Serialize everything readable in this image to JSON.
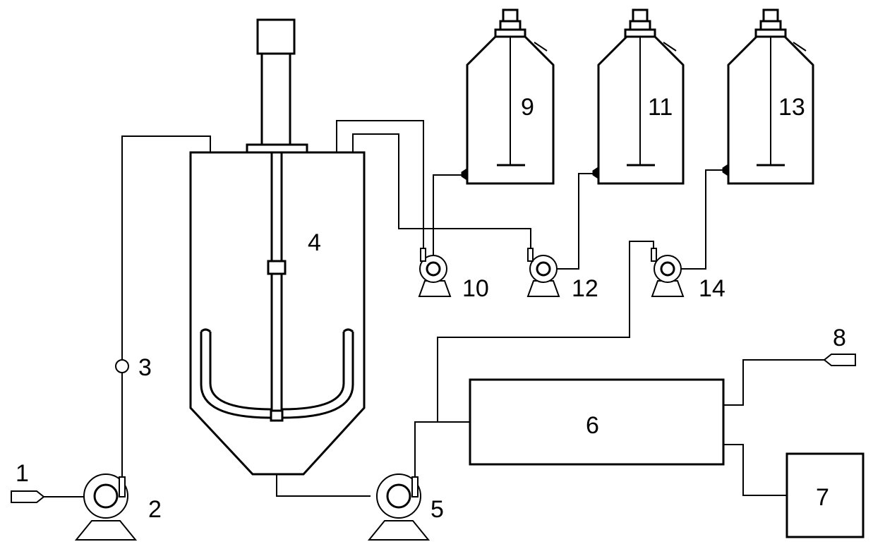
{
  "labels": {
    "inlet_1": "1",
    "pump_2": "2",
    "meter_3": "3",
    "reactor_4": "4",
    "pump_5": "5",
    "unit_6": "6",
    "unit_7": "7",
    "outlet_8": "8",
    "tank_9": "9",
    "pump_10": "10",
    "tank_11": "11",
    "pump_12": "12",
    "tank_13": "13",
    "pump_14": "14"
  }
}
